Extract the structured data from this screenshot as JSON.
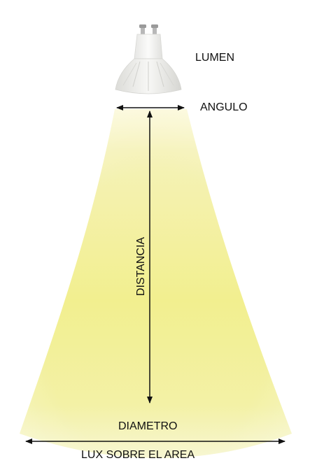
{
  "labels": {
    "lumen": "LUMEN",
    "angulo": "ANGULO",
    "distancia": "DISTANCIA",
    "diametro": "DIAMETRO",
    "lux": "LUX SOBRE EL AREA"
  },
  "colors": {
    "light_beam_top": "#f7f4b0",
    "light_beam_mid": "#f3f08a",
    "light_beam_bottom": "#f6f5c8",
    "arrow": "#111111",
    "bulb_body": "#eeeeec",
    "bulb_pins": "#b8b8b8",
    "text": "#111111"
  },
  "icons": {
    "bulb": "gu10-led-bulb-icon"
  }
}
